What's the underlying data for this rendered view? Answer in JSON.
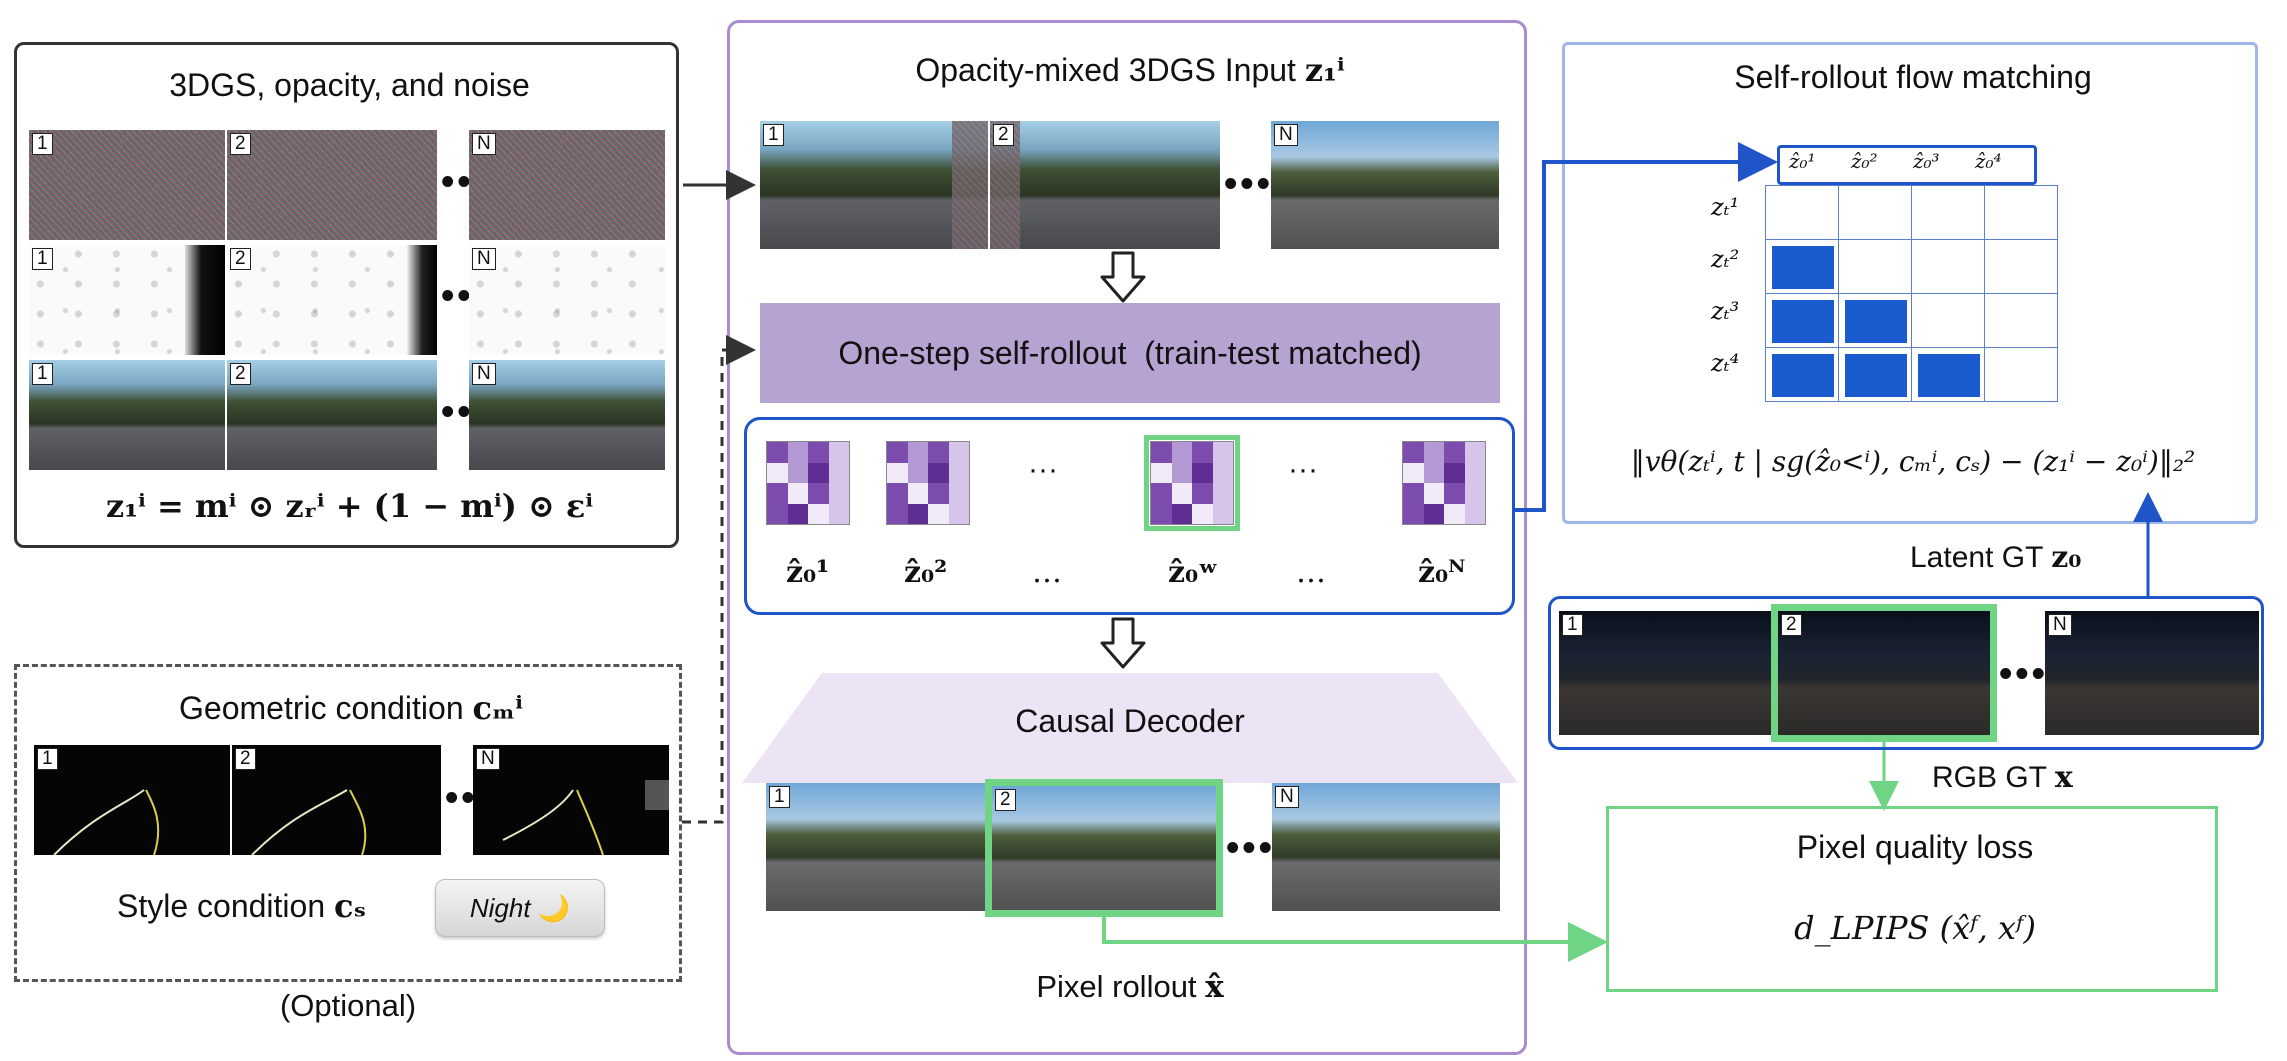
{
  "panel_left": {
    "title": "3DGS, opacity, and noise",
    "frame_numbers": [
      "1",
      "2",
      "N"
    ],
    "equation": "z₁ⁱ = mⁱ ⊙ zᵣⁱ + (1 − mⁱ) ⊙ εⁱ"
  },
  "panel_optional": {
    "geo_title": "Geometric condition",
    "geo_symbol": "cₘⁱ",
    "style_label": "Style condition",
    "style_symbol": "cₛ",
    "style_badge": "Night",
    "style_badge_icon": "🌙",
    "frame_numbers": [
      "1",
      "2",
      "N"
    ],
    "caption": "(Optional)"
  },
  "panel_center": {
    "input_title": "Opacity-mixed 3DGS Input",
    "input_symbol": "z₁ⁱ",
    "frame_numbers": [
      "1",
      "2",
      "N"
    ],
    "rollout_box": "One-step self-rollout  (train-test matched)",
    "latent_labels": [
      "ẑ₀¹",
      "ẑ₀²",
      "…",
      "ẑ₀ʷ",
      "…",
      "ẑ₀ᴺ"
    ],
    "decoder": "Causal Decoder",
    "pixel_rollout": "Pixel rollout",
    "pixel_symbol": "x̂"
  },
  "panel_flow": {
    "title": "Self-rollout flow matching",
    "col_labels": [
      "ẑ₀¹",
      "ẑ₀²",
      "ẑ₀³",
      "ẑ₀⁴"
    ],
    "row_labels": [
      "zₜ¹",
      "zₜ²",
      "zₜ³",
      "zₜ⁴"
    ],
    "mask": [
      [
        0,
        0,
        0,
        0
      ],
      [
        1,
        0,
        0,
        0
      ],
      [
        1,
        1,
        0,
        0
      ],
      [
        1,
        1,
        1,
        0
      ]
    ],
    "loss_equation": "‖vθ(zₜⁱ, t | sg(ẑ₀<ⁱ), cₘⁱ, cₛ) − (z₁ⁱ − z₀ⁱ)‖₂²"
  },
  "panel_gt": {
    "latent_label": "Latent GT",
    "latent_symbol": "z₀",
    "frame_numbers": [
      "1",
      "2",
      "N"
    ],
    "rgb_label": "RGB GT",
    "rgb_symbol": "x"
  },
  "panel_pixel": {
    "title": "Pixel quality loss",
    "equation": "d_LPIPS (x̂ᶠ, xᶠ)"
  },
  "colors": {
    "purple_border": "#a98ccc",
    "purple_fill": "#b7a3d2",
    "blue": "#1f55c8",
    "light_blue_border": "#9db8e6",
    "green": "#6fd483",
    "dark_border": "#333333",
    "latent_highlight": "#dbe6f6"
  },
  "icons": [
    "down-arrow-icon",
    "moon-icon"
  ]
}
